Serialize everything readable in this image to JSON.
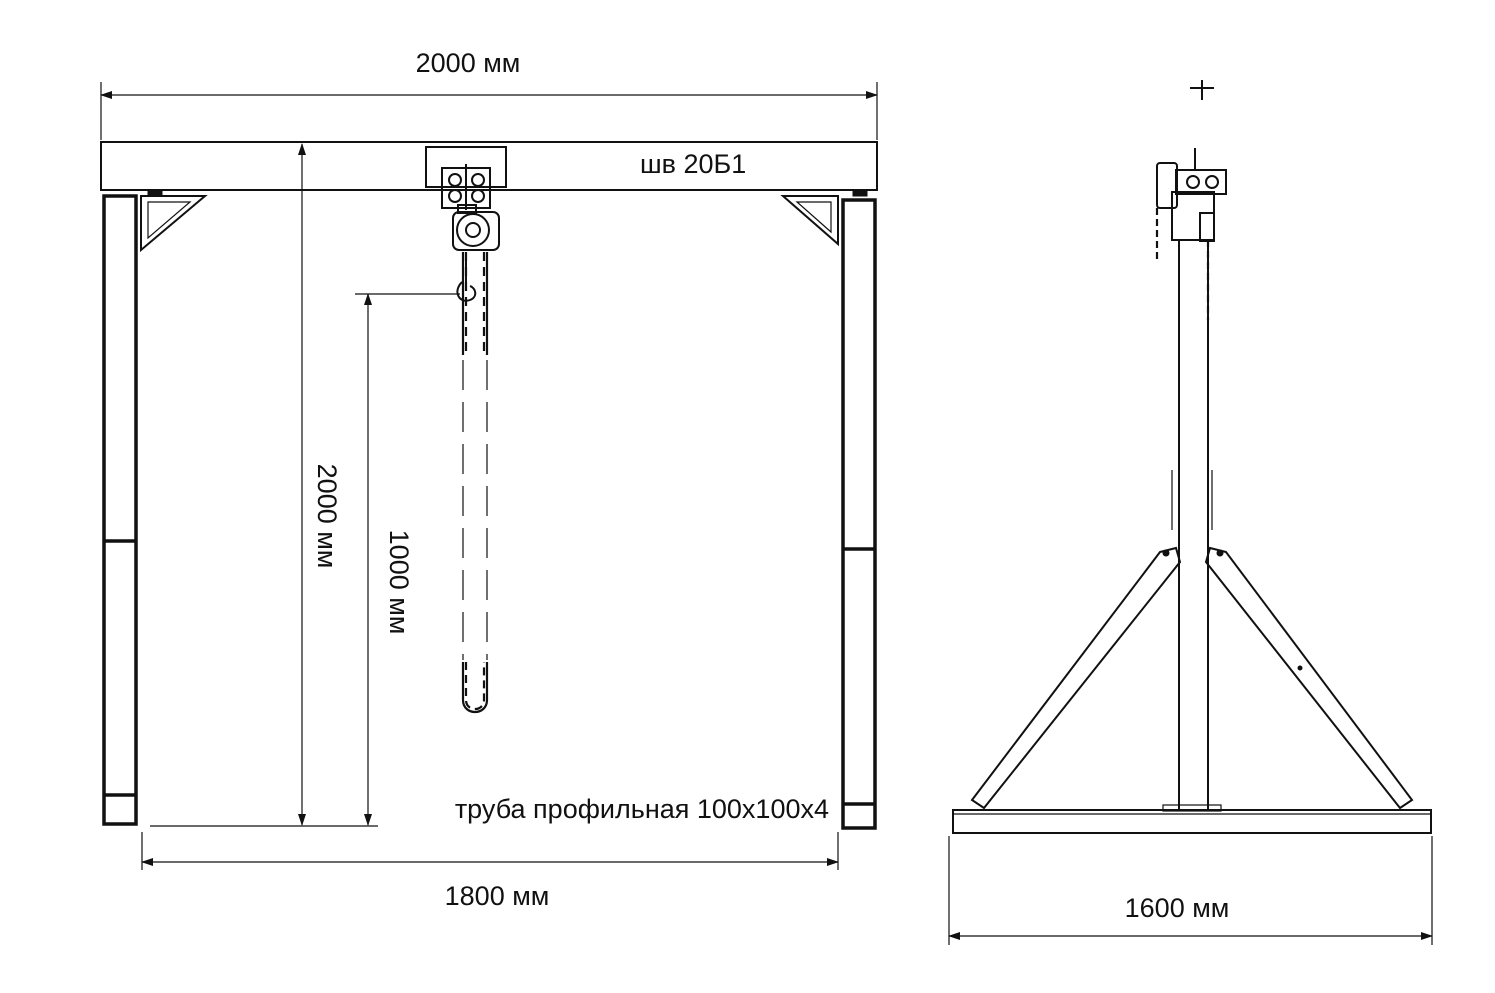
{
  "labels": {
    "top_width": "2000 мм",
    "beam": "шв 20Б1",
    "height": "2000 мм",
    "lift": "1000 мм",
    "column": "труба профильная 100х100х4",
    "span": "1800 мм",
    "base_width": "1600 мм"
  },
  "colors": {
    "line": "#111111",
    "background": "#ffffff"
  }
}
